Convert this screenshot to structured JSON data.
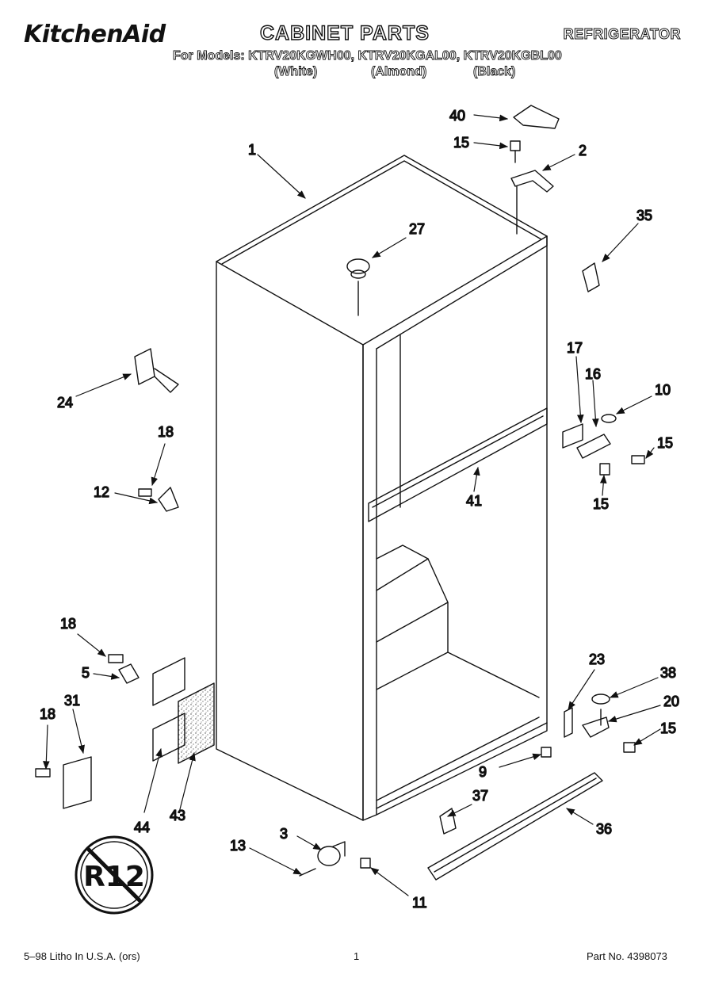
{
  "header": {
    "brand": "KitchenAid",
    "title": "CABINET PARTS",
    "category": "REFRIGERATOR",
    "models_line": "For Models: KTRV20KGWH00, KTRV20KGAL00, KTRV20KGBL00",
    "colors": [
      "(White)",
      "(Almond)",
      "(Black)"
    ]
  },
  "callouts": [
    "1",
    "2",
    "3",
    "5",
    "9",
    "10",
    "11",
    "12",
    "13",
    "15",
    "15",
    "15",
    "15",
    "16",
    "17",
    "18",
    "18",
    "18",
    "20",
    "23",
    "24",
    "27",
    "31",
    "35",
    "36",
    "37",
    "38",
    "40",
    "41",
    "43",
    "44"
  ],
  "badge": {
    "text": "R12"
  },
  "footer": {
    "print_info": "5–98 Litho In U.S.A. (ors)",
    "page_number": "1",
    "part_number": "Part No. 4398073"
  }
}
